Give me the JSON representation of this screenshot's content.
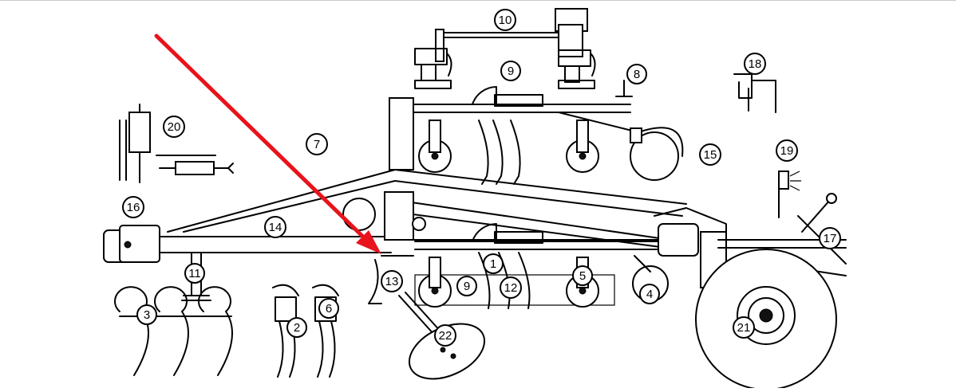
{
  "callouts": [
    {
      "id": "c1",
      "label": "1"
    },
    {
      "id": "c2",
      "label": "2"
    },
    {
      "id": "c3",
      "label": "3"
    },
    {
      "id": "c4",
      "label": "4"
    },
    {
      "id": "c5",
      "label": "5"
    },
    {
      "id": "c6",
      "label": "6"
    },
    {
      "id": "c7",
      "label": "7"
    },
    {
      "id": "c8",
      "label": "8"
    },
    {
      "id": "c9a",
      "label": "9"
    },
    {
      "id": "c9b",
      "label": "9"
    },
    {
      "id": "c10",
      "label": "10"
    },
    {
      "id": "c11",
      "label": "11"
    },
    {
      "id": "c12",
      "label": "12"
    },
    {
      "id": "c13",
      "label": "13"
    },
    {
      "id": "c14",
      "label": "14"
    },
    {
      "id": "c15",
      "label": "15"
    },
    {
      "id": "c16",
      "label": "16"
    },
    {
      "id": "c17",
      "label": "17"
    },
    {
      "id": "c18",
      "label": "18"
    },
    {
      "id": "c19",
      "label": "19"
    },
    {
      "id": "c20",
      "label": "20"
    },
    {
      "id": "c21",
      "label": "21"
    },
    {
      "id": "c22",
      "label": "22"
    }
  ],
  "colors": {
    "line": "#000000",
    "pointer_arrow": "#e8131b",
    "background": "#ffffff"
  }
}
